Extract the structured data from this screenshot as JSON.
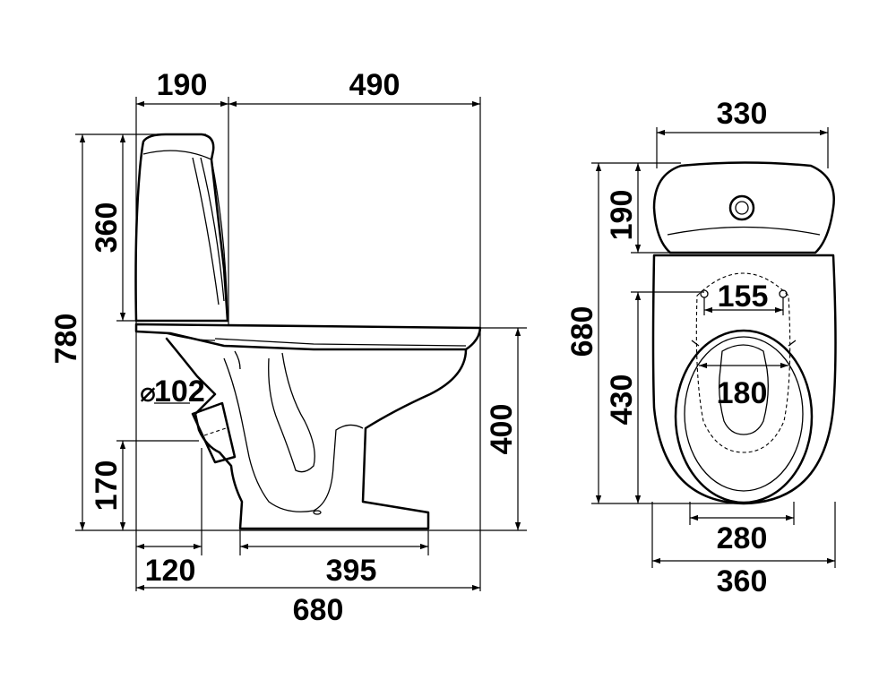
{
  "side_view": {
    "dimensions": {
      "tank_depth": "190",
      "bowl_depth": "490",
      "tank_height": "360",
      "total_height": "780",
      "outlet_diameter_symbol": "⌀",
      "outlet_diameter": "102",
      "outlet_height": "170",
      "seat_height": "400",
      "outlet_offset": "120",
      "base_length": "395",
      "total_length": "680"
    }
  },
  "top_view": {
    "dimensions": {
      "tank_width": "330",
      "tank_depth": "190",
      "total_depth": "680",
      "bolt_spacing": "155",
      "bowl_length": "430",
      "opening_width": "180",
      "base_width": "280",
      "total_width": "360"
    }
  }
}
